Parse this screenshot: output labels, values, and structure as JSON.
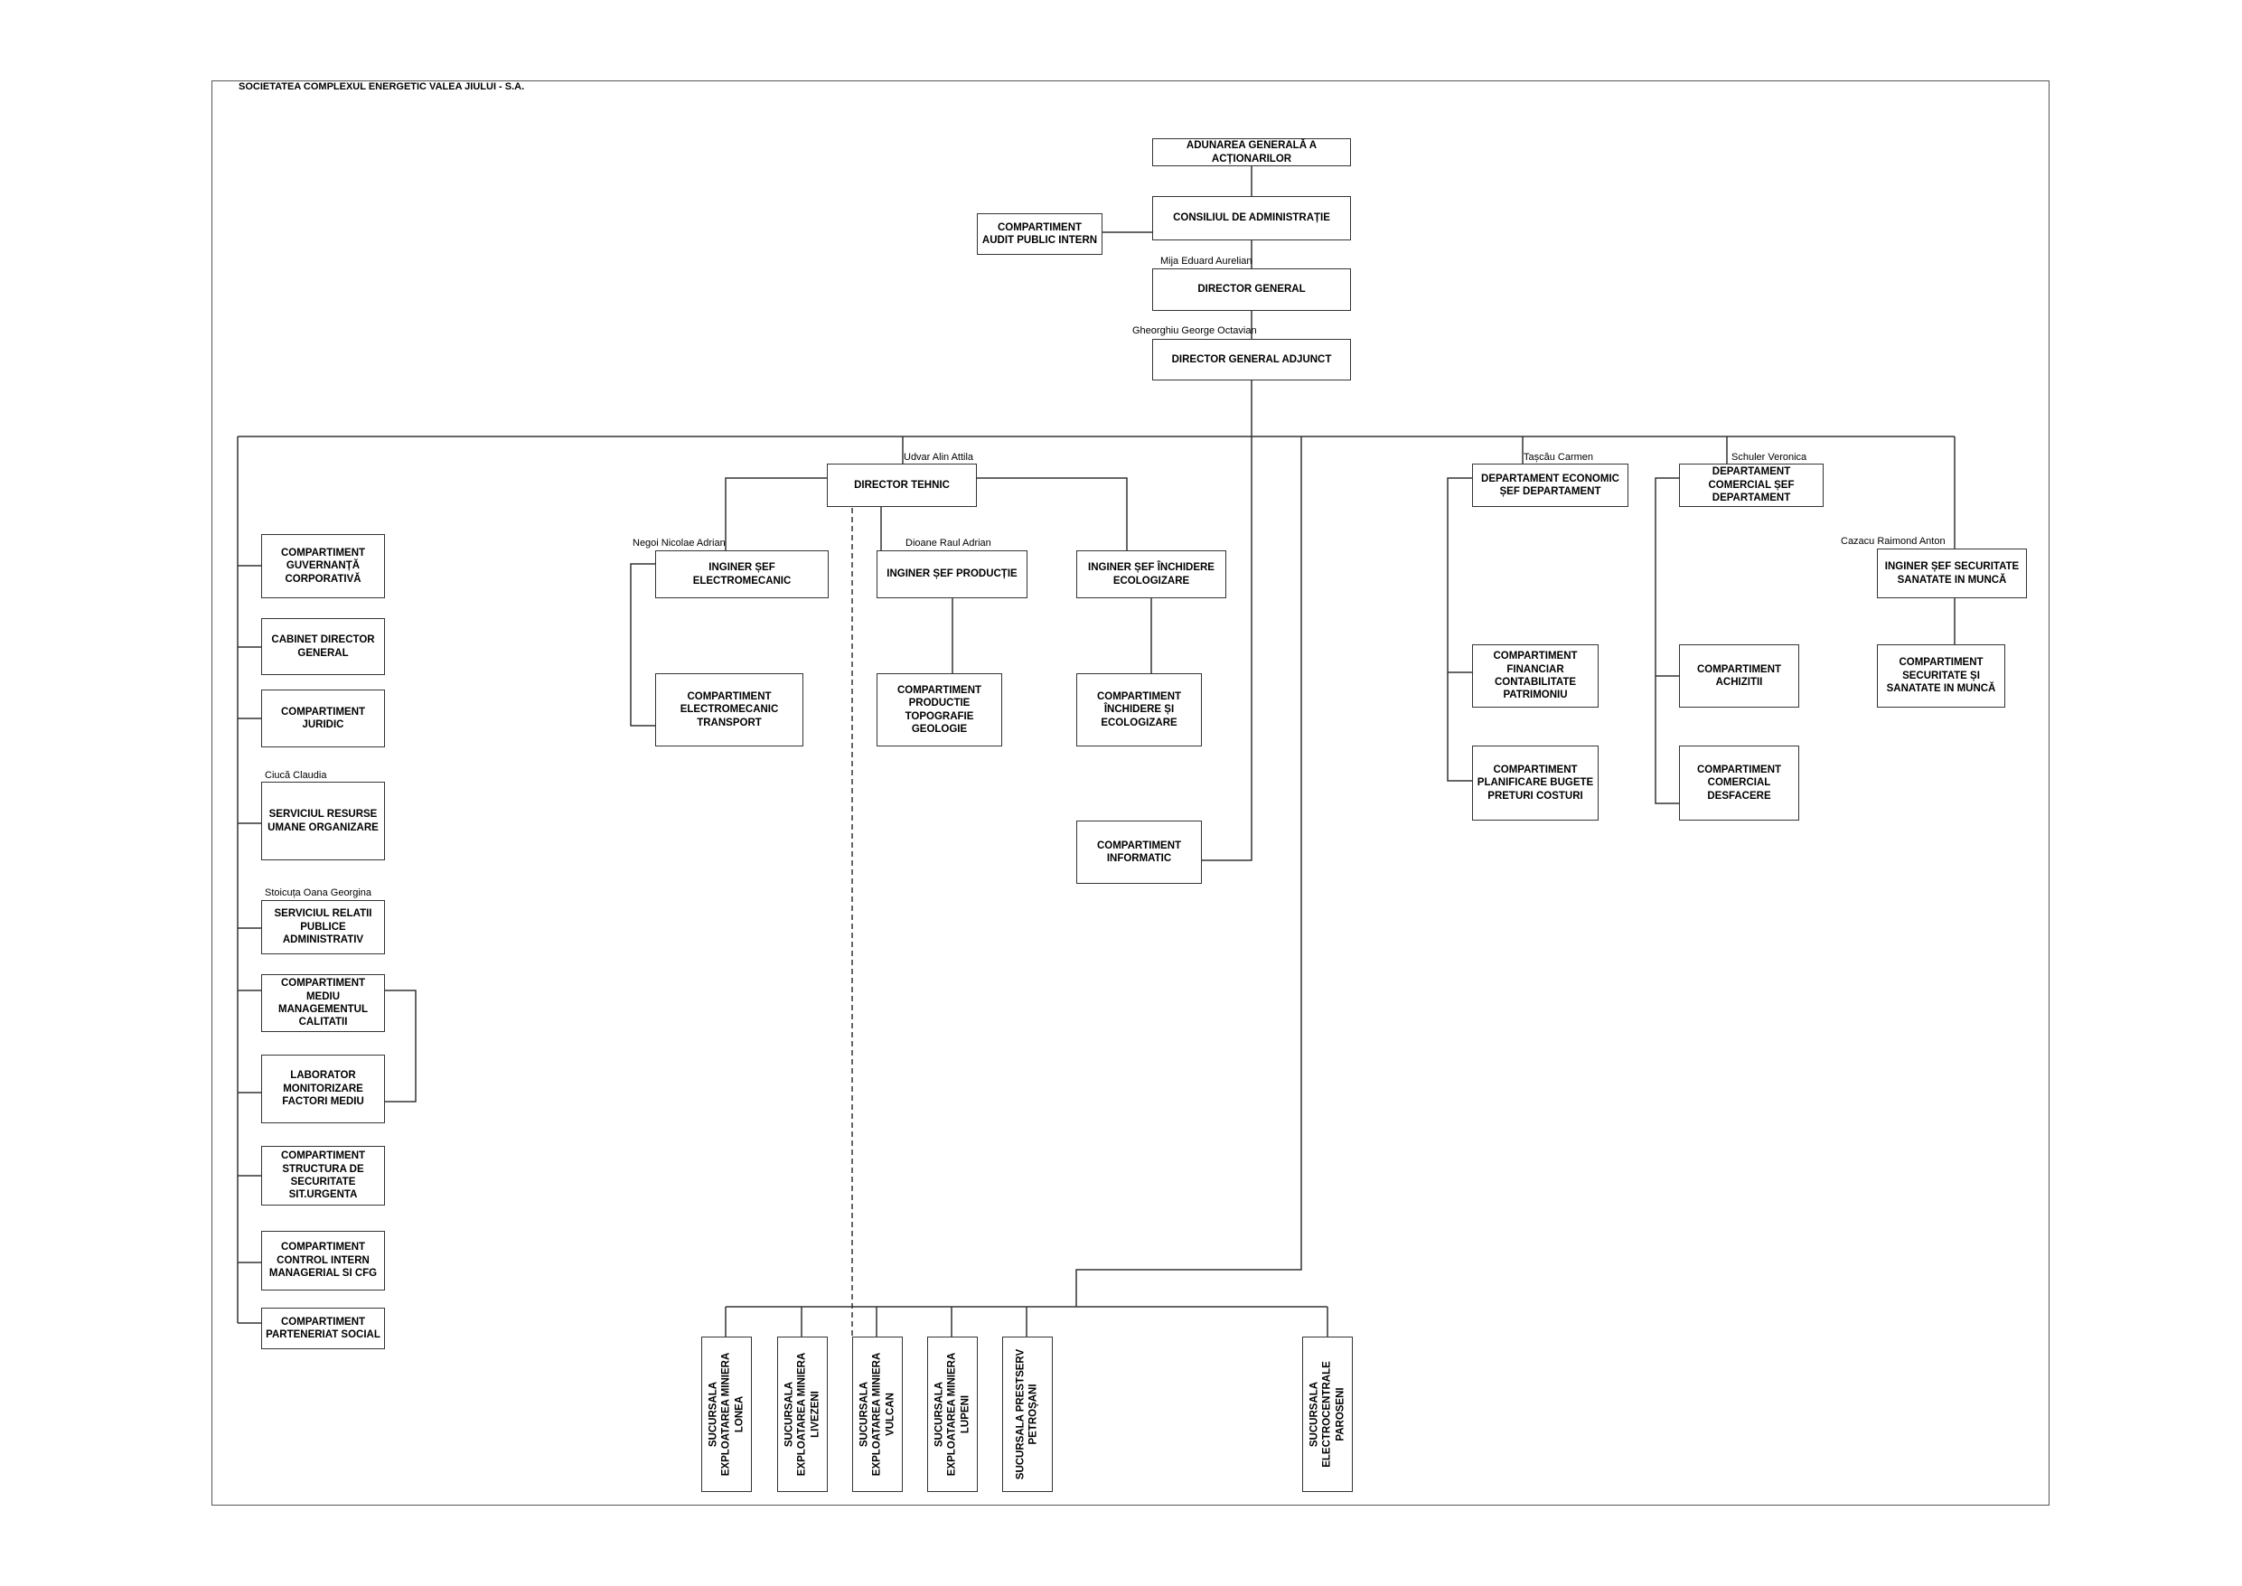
{
  "title": "SOCIETATEA COMPLEXUL ENERGETIC VALEA JIULUI - S.A.",
  "boxes": {
    "aga": "ADUNAREA GENERALĂ A ACȚIONARILOR",
    "ca": "CONSILIUL DE ADMINISTRAȚIE",
    "audit": "COMPARTIMENT AUDIT PUBLIC INTERN",
    "dg": "DIRECTOR GENERAL",
    "dga": "DIRECTOR GENERAL ADJUNCT",
    "dt": "DIRECTOR TEHNIC",
    "electromecanic": "INGINER ȘEF ELECTROMECANIC",
    "productie": "INGINER ȘEF  PRODUCȚIE",
    "inchidere": "INGINER ȘEF ÎNCHIDERE ECOLOGIZARE",
    "elec_transport": "COMPARTIMENT ELECTROMECANIC TRANSPORT",
    "topografie": "COMPARTIMENT PRODUCTIE TOPOGRAFIE GEOLOGIE",
    "comp_inchidere": "COMPARTIMENT ÎNCHIDERE ȘI ECOLOGIZARE",
    "informatic": "COMPARTIMENT INFORMATIC",
    "dep_economic": "DEPARTAMENT ECONOMIC ȘEF DEPARTAMENT",
    "dep_comercial": "DEPARTAMENT COMERCIAL ȘEF DEPARTAMENT",
    "ssm": "INGINER ȘEF SECURITATE SANATATE IN MUNCĂ",
    "financiar": "COMPARTIMENT FINANCIAR CONTABILITATE PATRIMONIU",
    "planificare": "COMPARTIMENT PLANIFICARE BUGETE PRETURI COSTURI",
    "achizitii": "COMPARTIMENT ACHIZITII",
    "desfacere": "COMPARTIMENT COMERCIAL DESFACERE",
    "comp_ssm": "COMPARTIMENT SECURITATE ȘI SANATATE IN MUNCĂ",
    "guvernanta": "COMPARTIMENT GUVERNANȚĂ CORPORATIVĂ",
    "cabinet": "CABINET DIRECTOR GENERAL",
    "juridic": "COMPARTIMENT  JURIDIC",
    "resurse": "SERVICIUL RESURSE UMANE ORGANIZARE",
    "relatii": "SERVICIUL RELATII PUBLICE ADMINISTRATIV",
    "mediu": "COMPARTIMENT MEDIU MANAGEMENTUL CALITATII",
    "laborator": "LABORATOR MONITORIZARE FACTORI MEDIU",
    "structura": "COMPARTIMENT STRUCTURA DE SECURITATE SIT.URGENTA",
    "control": "COMPARTIMENT CONTROL INTERN MANAGERIAL SI CFG",
    "parteneriat": "COMPARTIMENT PARTENERIAT SOCIAL",
    "s_lonea": "SUCURSALA EXPLOATAREA MINIERA LONEA",
    "s_livezeni": "SUCURSALA EXPLOATAREA MINIERA LIVEZENI",
    "s_vulcan": "SUCURSALA EXPLOATAREA MINIERA VULCAN",
    "s_lupeni": "SUCURSALA EXPLOATAREA MINIERA LUPENI",
    "s_prestserv": "SUCURSALA PRESTSERV PETROȘANI",
    "s_paroseni": "SUCURSALA ELECTROCENTRALE PAROSENI"
  },
  "names": {
    "dg": "Mija Eduard Aurelian",
    "dga": "Gheorghiu George Octavian",
    "dt": "Udvar Alin Attila",
    "electromecanic": "Negoi Nicolae Adrian",
    "productie": "Dioane Raul Adrian",
    "dep_economic": "Tașcău Carmen",
    "dep_comercial": "Schuler Veronica",
    "ssm": "Cazacu Raimond Anton",
    "resurse": "Ciucă Claudia",
    "relatii": "Stoicuța Oana Georgina"
  }
}
